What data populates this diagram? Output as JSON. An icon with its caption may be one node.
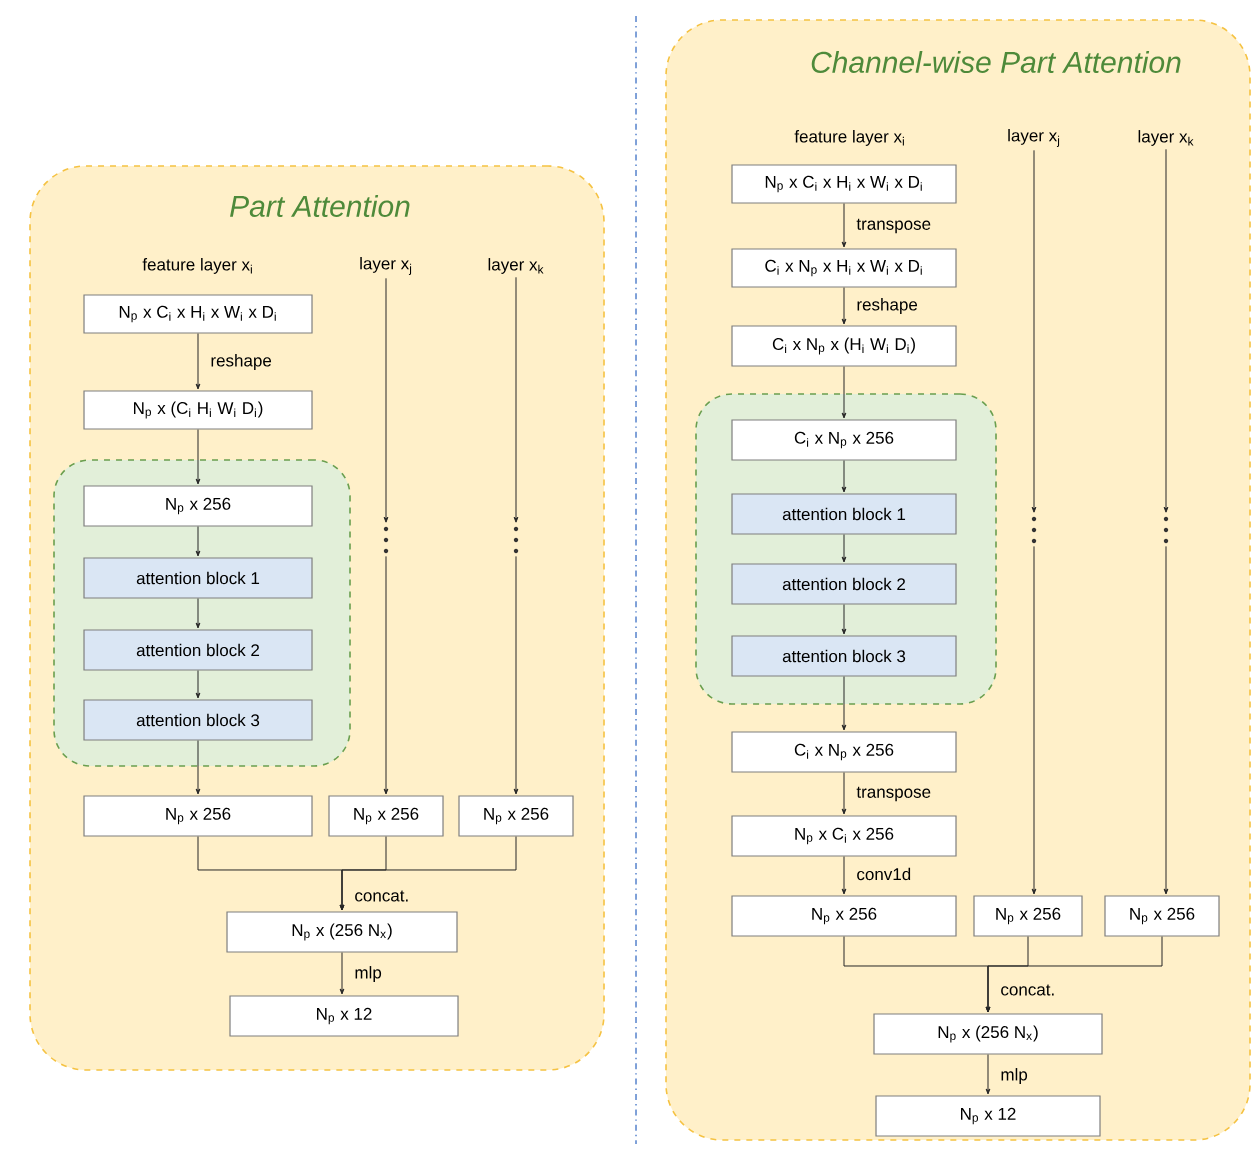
{
  "diagram": {
    "nodes": [
      {
        "text": [
          "Part Attention"
        ]
      },
      {
        "text": [
          "feature layer x$_{i}$",
          "N$_{p}$ x C$_{i}$ x H$_{i}$ x W$_{i}$ x D$_{i}$"
        ],
        "in": 0
      },
      {
        "text": [
          "layer x$_{j}$"
        ],
        "in": 0
      },
      {
        "text": [
          "layer x$_{k}$"
        ],
        "in": 0
      },
      {
        "text": [
          "N$_{p}$ x (C$_{i}$ H$_{i}$ W$_{i}$ D$_{i}$)"
        ],
        "in": 0
      },
      {
        "text": [],
        "shape": "box",
        "in": 0
      },
      {
        "text": [
          "N$_{p}$ x 256"
        ],
        "in": 5
      },
      {
        "text": [
          "attention block 1"
        ],
        "in": 5
      },
      {
        "text": [
          "attention block 2"
        ],
        "in": 5
      },
      {
        "text": [
          "attention block 3"
        ],
        "in": 5
      },
      {
        "text": [],
        "shape": "dots",
        "in": 0
      },
      {
        "text": [],
        "shape": "dots",
        "in": 0
      },
      {
        "text": [
          "N$_{p}$ x 256"
        ],
        "in": 0
      },
      {
        "text": [
          "N$_{p}$ x 256"
        ],
        "in": 0
      },
      {
        "text": [
          "N$_{p}$ x 256"
        ],
        "in": 0
      },
      {
        "text": [
          "N$_{p}$ x (256 N$_{x}$)"
        ],
        "in": 0
      },
      {
        "text": [
          "N$_{p}$ x 12"
        ],
        "in": 0
      },
      {
        "text": [
          "Channel-wise Part Attention"
        ]
      },
      {
        "text": [
          "feature layer x$_{i}$",
          "N$_{p}$ x C$_{i}$ x H$_{i}$ x W$_{i}$ x D$_{i}$"
        ],
        "in": 17
      },
      {
        "text": [
          "layer x$_{j}$"
        ],
        "in": 17
      },
      {
        "text": [
          "layer x$_{k}$"
        ],
        "in": 17
      },
      {
        "text": [
          "C$_{i}$ x N$_{p}$ x H$_{i}$ x W$_{i}$ x D$_{i}$"
        ],
        "in": 17
      },
      {
        "text": [
          "C$_{i}$ x N$_{p}$ x (H$_{i}$ W$_{i}$ D$_{i}$)"
        ],
        "in": 17
      },
      {
        "text": [],
        "shape": "box",
        "in": 17
      },
      {
        "text": [
          "C$_{i}$ x N$_{p}$ x 256"
        ],
        "in": 23
      },
      {
        "text": [
          "attention block 1"
        ],
        "in": 23
      },
      {
        "text": [
          "attention block 2"
        ],
        "in": 23
      },
      {
        "text": [
          "attention block 3"
        ],
        "in": 23
      },
      {
        "text": [],
        "shape": "dots",
        "in": 17
      },
      {
        "text": [],
        "shape": "dots",
        "in": 17
      },
      {
        "text": [
          "C$_{i}$ x N$_{p}$ x 256"
        ],
        "in": 17
      },
      {
        "text": [
          "N$_{p}$ x C$_{i}$ x 256"
        ],
        "in": 17
      },
      {
        "text": [
          "N$_{p}$ x 256"
        ],
        "in": 17
      },
      {
        "text": [
          "N$_{p}$ x 256"
        ],
        "in": 17
      },
      {
        "text": [
          "N$_{p}$ x 256"
        ],
        "in": 17
      },
      {
        "text": [
          "N$_{p}$ x (256 N$_{x}$)"
        ],
        "in": 17
      },
      {
        "text": [
          "N$_{p}$ x 12"
        ],
        "in": 17
      }
    ],
    "edges": [
      {
        "from": 1,
        "to": 4,
        "arrow": "to",
        "label": "reshape"
      },
      {
        "from": 4,
        "to": 6,
        "arrow": "to"
      },
      {
        "from": 6,
        "to": 7,
        "arrow": "to"
      },
      {
        "from": 7,
        "to": 8,
        "arrow": "to"
      },
      {
        "from": 8,
        "to": 9,
        "arrow": "to"
      },
      {
        "from": 9,
        "to": 12,
        "arrow": "to"
      },
      {
        "from": 2,
        "to": 10,
        "arrow": "to"
      },
      {
        "from": 10,
        "to": 13,
        "arrow": "to"
      },
      {
        "from": 3,
        "to": 11,
        "arrow": "to"
      },
      {
        "from": 11,
        "to": 14,
        "arrow": "to"
      },
      {
        "from": 12,
        "to": 15,
        "arrow": "to",
        "label": "concat."
      },
      {
        "from": 13,
        "to": 15,
        "arrow": "to"
      },
      {
        "from": 14,
        "to": 15,
        "arrow": "to"
      },
      {
        "from": 15,
        "to": 16,
        "arrow": "to",
        "label": "mlp"
      },
      {
        "from": 18,
        "to": 21,
        "arrow": "to",
        "label": "transpose"
      },
      {
        "from": 21,
        "to": 22,
        "arrow": "to",
        "label": "reshape"
      },
      {
        "from": 22,
        "to": 24,
        "arrow": "to"
      },
      {
        "from": 24,
        "to": 25,
        "arrow": "to"
      },
      {
        "from": 25,
        "to": 26,
        "arrow": "to"
      },
      {
        "from": 26,
        "to": 27,
        "arrow": "to"
      },
      {
        "from": 27,
        "to": 30,
        "arrow": "to"
      },
      {
        "from": 30,
        "to": 31,
        "arrow": "to",
        "label": "transpose"
      },
      {
        "from": 31,
        "to": 32,
        "arrow": "to",
        "label": "conv1d"
      },
      {
        "from": 19,
        "to": 28,
        "arrow": "to"
      },
      {
        "from": 28,
        "to": 33,
        "arrow": "to"
      },
      {
        "from": 20,
        "to": 29,
        "arrow": "to"
      },
      {
        "from": 29,
        "to": 34,
        "arrow": "to"
      },
      {
        "from": 32,
        "to": 35,
        "arrow": "to",
        "label": "concat."
      },
      {
        "from": 33,
        "to": 35,
        "arrow": "to"
      },
      {
        "from": 34,
        "to": 35,
        "arrow": "to"
      },
      {
        "from": 35,
        "to": 36,
        "arrow": "to",
        "label": "mlp"
      }
    ]
  }
}
